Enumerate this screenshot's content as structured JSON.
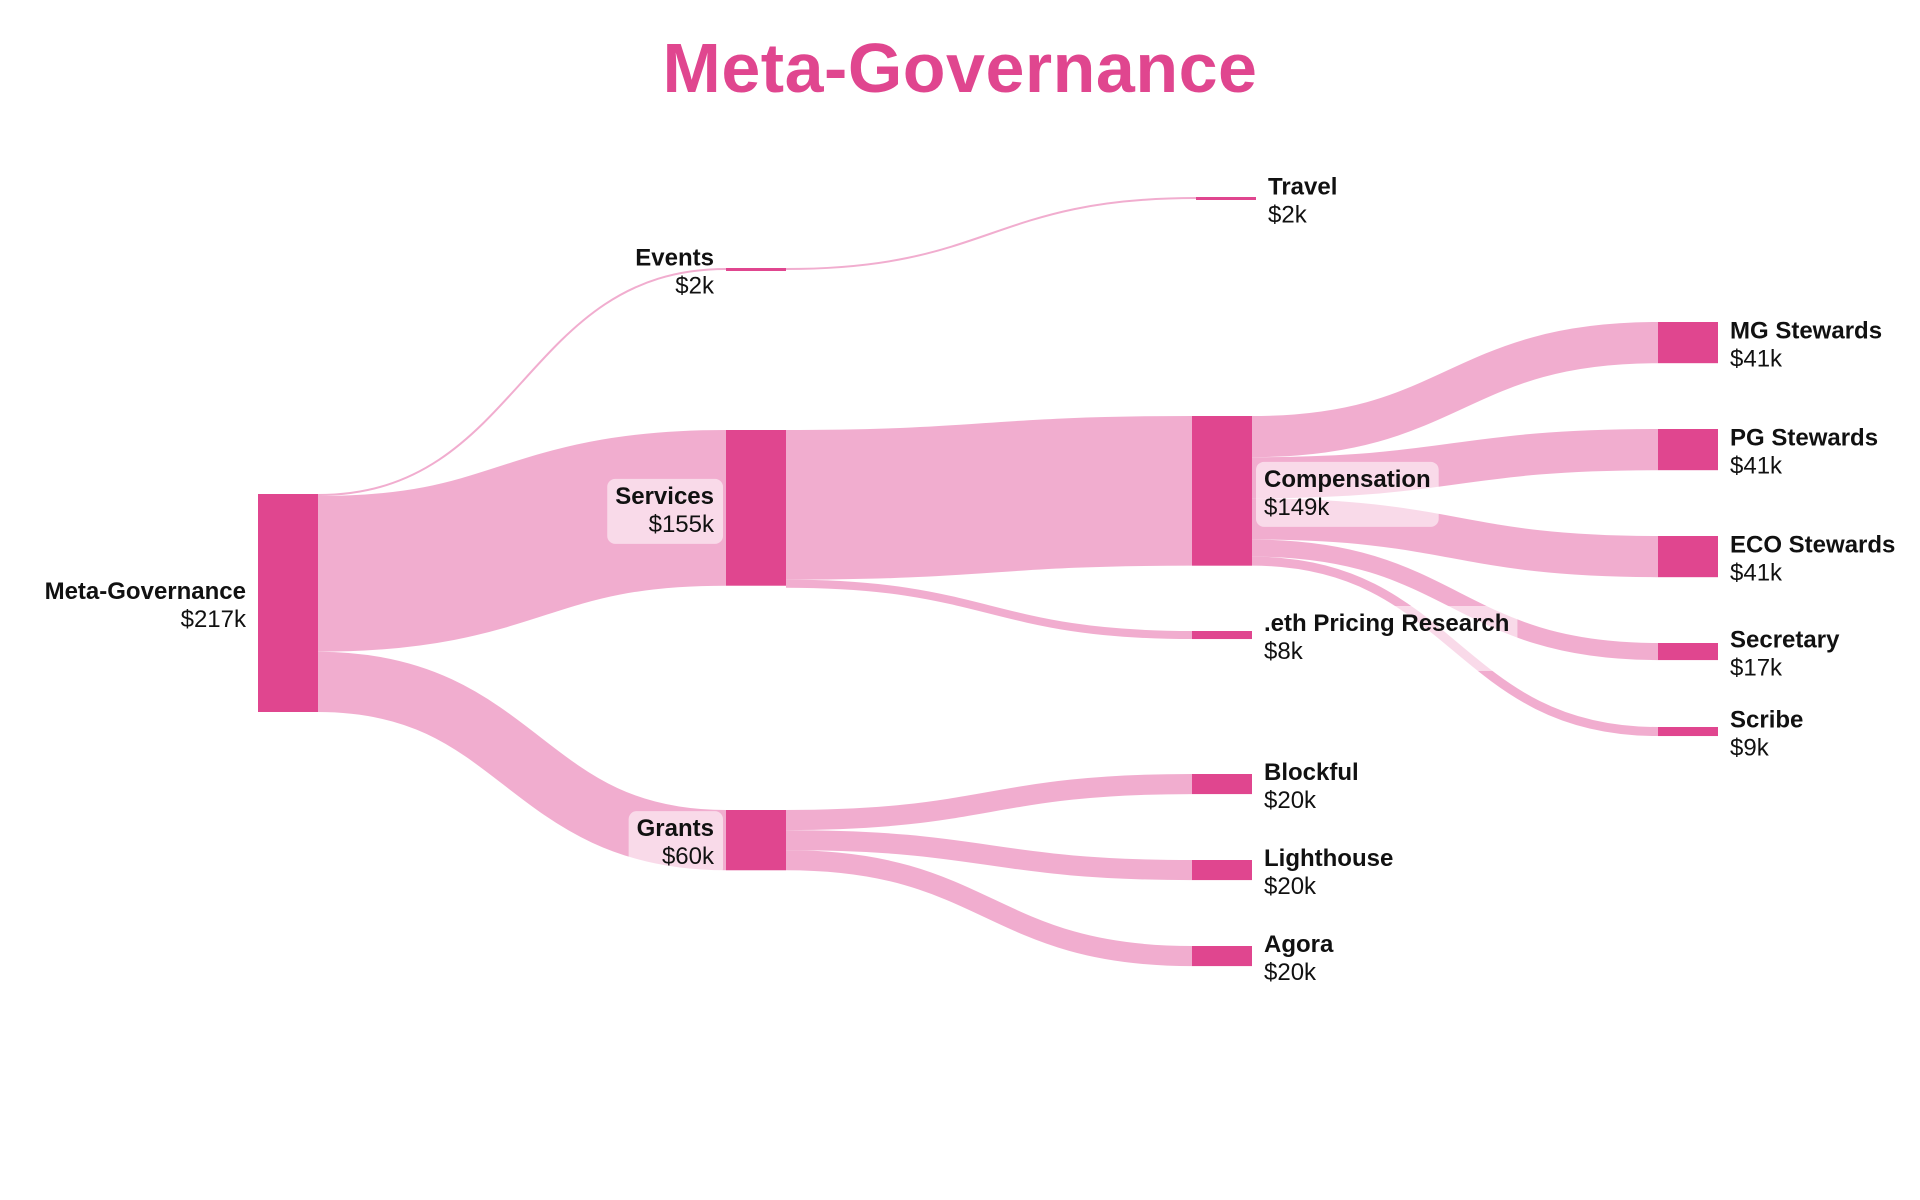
{
  "title": "Meta-Governance",
  "colors": {
    "title": "#e0468f",
    "node": "#e0468f",
    "link": "#f0a9cc",
    "label_bg": "#ffffff"
  },
  "nodes": [
    {
      "id": "meta",
      "label": "Meta-Governance",
      "value_label": "$217k",
      "value": 217
    },
    {
      "id": "events",
      "label": "Events",
      "value_label": "$2k",
      "value": 2
    },
    {
      "id": "services",
      "label": "Services",
      "value_label": "$155k",
      "value": 155
    },
    {
      "id": "grants",
      "label": "Grants",
      "value_label": "$60k",
      "value": 60
    },
    {
      "id": "travel",
      "label": "Travel",
      "value_label": "$2k",
      "value": 2
    },
    {
      "id": "compensation",
      "label": "Compensation",
      "value_label": "$149k",
      "value": 149
    },
    {
      "id": "eth",
      "label": ".eth Pricing Research",
      "value_label": "$8k",
      "value": 8
    },
    {
      "id": "blockful",
      "label": "Blockful",
      "value_label": "$20k",
      "value": 20
    },
    {
      "id": "lighthouse",
      "label": "Lighthouse",
      "value_label": "$20k",
      "value": 20
    },
    {
      "id": "agora",
      "label": "Agora",
      "value_label": "$20k",
      "value": 20
    },
    {
      "id": "mg",
      "label": "MG Stewards",
      "value_label": "$41k",
      "value": 41
    },
    {
      "id": "pg",
      "label": "PG Stewards",
      "value_label": "$41k",
      "value": 41
    },
    {
      "id": "eco",
      "label": "ECO Stewards",
      "value_label": "$41k",
      "value": 41
    },
    {
      "id": "secretary",
      "label": "Secretary",
      "value_label": "$17k",
      "value": 17
    },
    {
      "id": "scribe",
      "label": "Scribe",
      "value_label": "$9k",
      "value": 9
    }
  ],
  "links": [
    {
      "source": "meta",
      "target": "events",
      "value": 2
    },
    {
      "source": "meta",
      "target": "services",
      "value": 155
    },
    {
      "source": "meta",
      "target": "grants",
      "value": 60
    },
    {
      "source": "events",
      "target": "travel",
      "value": 2
    },
    {
      "source": "services",
      "target": "compensation",
      "value": 149
    },
    {
      "source": "services",
      "target": "eth",
      "value": 8
    },
    {
      "source": "grants",
      "target": "blockful",
      "value": 20
    },
    {
      "source": "grants",
      "target": "lighthouse",
      "value": 20
    },
    {
      "source": "grants",
      "target": "agora",
      "value": 20
    },
    {
      "source": "compensation",
      "target": "mg",
      "value": 41
    },
    {
      "source": "compensation",
      "target": "pg",
      "value": 41
    },
    {
      "source": "compensation",
      "target": "eco",
      "value": 41
    },
    {
      "source": "compensation",
      "target": "secretary",
      "value": 17
    },
    {
      "source": "compensation",
      "target": "scribe",
      "value": 9
    }
  ]
}
